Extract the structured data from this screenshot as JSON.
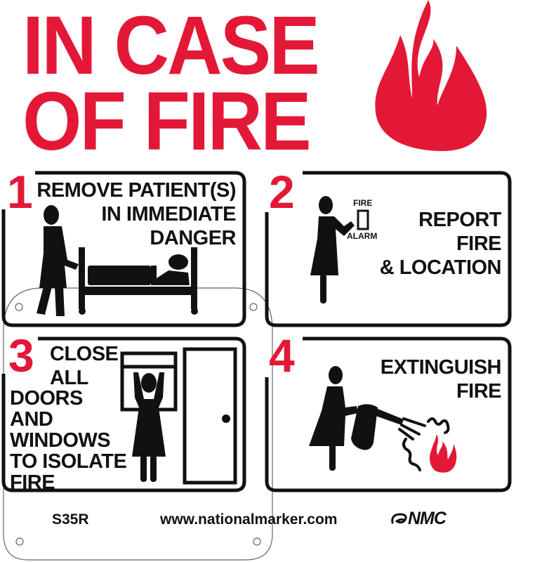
{
  "sign": {
    "title_line1": "IN CASE",
    "title_line2": "OF FIRE",
    "accent_color": "#e31837",
    "text_color": "#111111",
    "title_icon": "flame-icon"
  },
  "steps": [
    {
      "number": "1",
      "text": "REMOVE PATIENT(S)\nIN IMMEDIATE\nDANGER",
      "icon": "person-pushing-bed-icon"
    },
    {
      "number": "2",
      "text": "REPORT\nFIRE\n& LOCATION",
      "icon": "person-pulling-fire-alarm-icon",
      "alarm_label_top": "FIRE",
      "alarm_label_bottom": "ALARM"
    },
    {
      "number": "3",
      "text_top": "CLOSE\nALL",
      "text_bottom": "DOORS\nAND\nWINDOWS\nTO ISOLATE\nFIRE",
      "icon": "person-closing-window-icon"
    },
    {
      "number": "4",
      "text": "EXTINGUISH\nFIRE",
      "icon": "person-using-extinguisher-icon"
    }
  ],
  "footer": {
    "product_code": "S35R",
    "website": "www.nationalmarker.com",
    "brand": "NMC"
  }
}
